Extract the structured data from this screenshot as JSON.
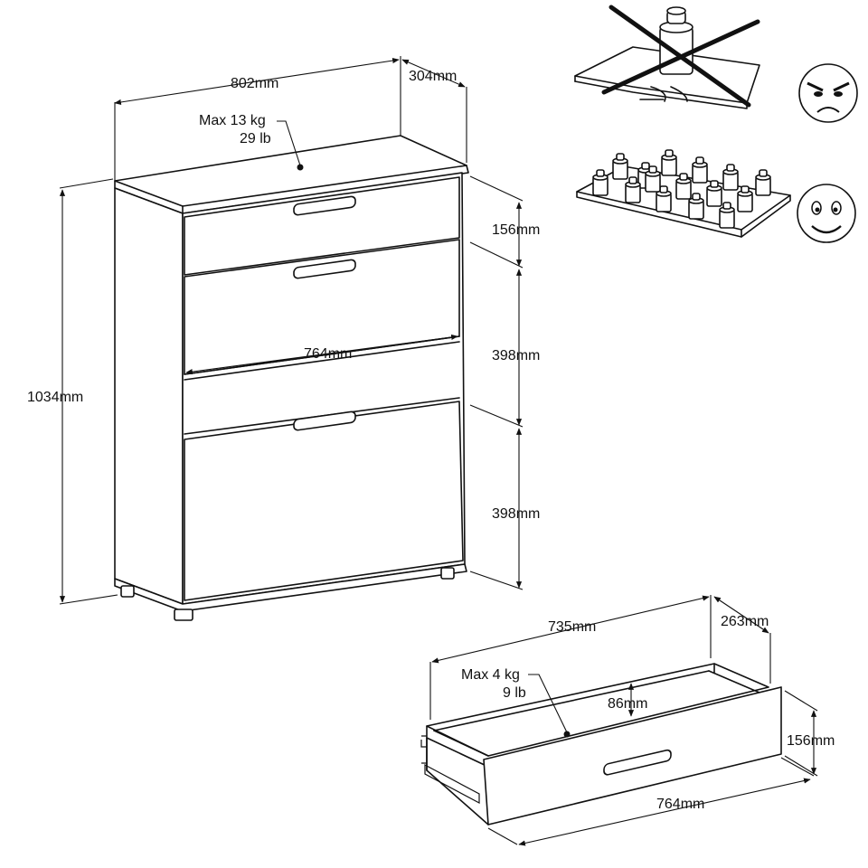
{
  "cabinet": {
    "width": "802mm",
    "depth": "304mm",
    "height": "1034mm",
    "top_load_line1": "Max 13 kg",
    "top_load_line2": "29 lb",
    "inner_width": "764mm",
    "compartments": [
      "156mm",
      "398mm",
      "398mm"
    ]
  },
  "drawer": {
    "width": "735mm",
    "depth": "263mm",
    "load_line1": "Max 4 kg",
    "load_line2": "9 lb",
    "inner_height": "86mm",
    "front_height": "156mm",
    "front_width": "764mm"
  },
  "load_guidance": {
    "bad_icon": "angry-face-icon",
    "good_icon": "happy-face-icon"
  }
}
